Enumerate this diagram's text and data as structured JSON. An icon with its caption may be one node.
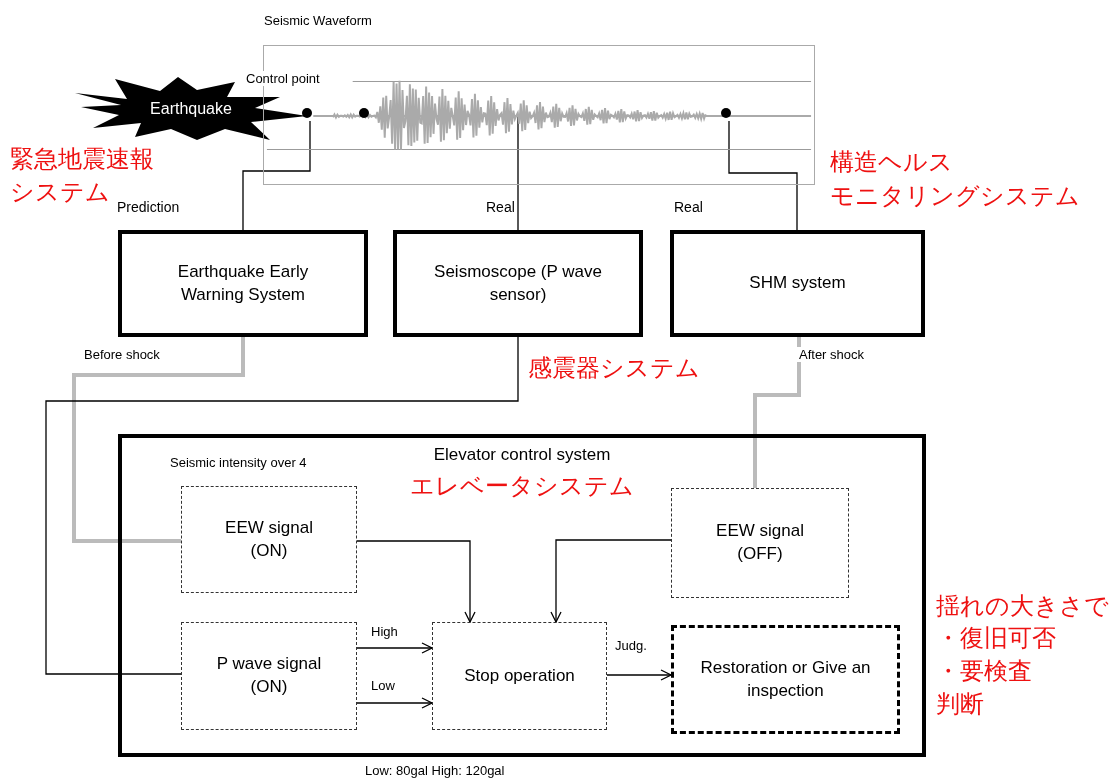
{
  "diagram": {
    "nodes": [
      {
        "text": [
          "Earthquake"
        ]
      },
      {
        "text": [
          "Seismic Waveform",
          "Control point"
        ]
      },
      {
        "text": [],
        "shape": "circle",
        "in": 1
      },
      {
        "text": [],
        "shape": "circle",
        "in": 1
      },
      {
        "text": [],
        "shape": "circle",
        "in": 1
      },
      {
        "text": [
          "Earthquake Early Warning System"
        ]
      },
      {
        "text": [
          "Seismoscope (P wave sensor)"
        ]
      },
      {
        "text": [
          "SHM system"
        ]
      },
      {
        "text": [
          "Elevator control system"
        ]
      },
      {
        "text": [
          "EEW signal (ON)"
        ],
        "in": 8
      },
      {
        "text": [
          "P wave signal (ON)"
        ],
        "in": 8
      },
      {
        "text": [
          "Stop operation"
        ],
        "in": 8
      },
      {
        "text": [
          "EEW signal (OFF)"
        ],
        "in": 8
      },
      {
        "text": [
          "Restoration or Give an inspection"
        ],
        "in": 8
      }
    ],
    "edges": [
      {
        "from": 2,
        "to": 5,
        "arrow": "none",
        "label": "Prediction"
      },
      {
        "from": 3,
        "to": 6,
        "arrow": "none",
        "label": "Real"
      },
      {
        "from": 4,
        "to": 7,
        "arrow": "none",
        "label": "Real"
      },
      {
        "from": 5,
        "to": 9,
        "arrow": "none",
        "label": "Before shock",
        "style": "thick",
        "color": "#bbbbbb"
      },
      {
        "from": 6,
        "to": 10,
        "arrow": "none"
      },
      {
        "from": 7,
        "to": 12,
        "arrow": "none",
        "label": "After shock",
        "style": "thick",
        "color": "#bbbbbb"
      },
      {
        "from": 9,
        "to": 11,
        "arrow": "to"
      },
      {
        "from": 12,
        "to": 11,
        "arrow": "to"
      },
      {
        "from": 10,
        "to": 11,
        "arrow": "to",
        "label": "High"
      },
      {
        "from": 10,
        "to": 11,
        "arrow": "to",
        "label": "Low"
      },
      {
        "from": 11,
        "to": 13,
        "arrow": "to",
        "label": "Judg."
      }
    ],
    "labels": [
      "緊急地震速報",
      "システム",
      "構造ヘルス",
      "モニタリングシステム",
      "感震器システム",
      "Seismic intensity over 4",
      "エレベータシステム",
      "揺れの大きさで",
      "・復旧可否",
      "・要検査",
      "判断",
      "Low: 80gal  High: 120gal"
    ]
  }
}
